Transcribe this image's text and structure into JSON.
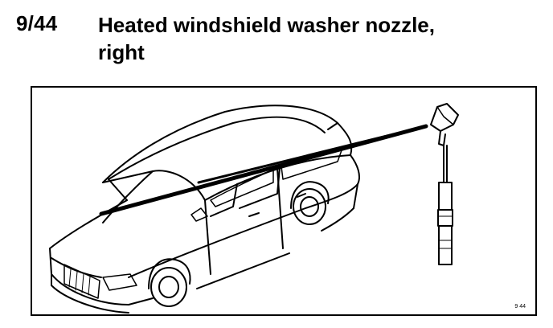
{
  "header": {
    "code": "9/44",
    "title_line1": "Heated windshield washer nozzle,",
    "title_line2": "right"
  },
  "figure": {
    "label": "9 44"
  }
}
